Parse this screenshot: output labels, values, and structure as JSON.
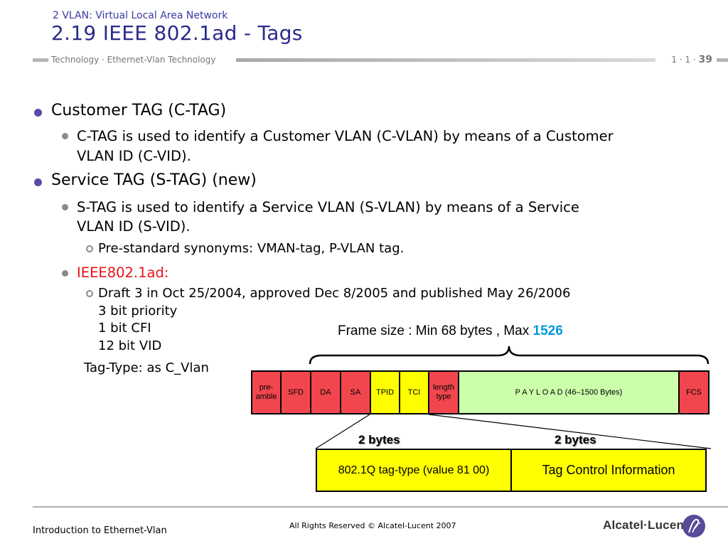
{
  "header": {
    "supertitle": "2 VLAN: Virtual Local Area Network",
    "title": "2.19 IEEE 802.1ad - Tags",
    "breadcrumb": "Technology · Ethernet-Vlan Technology",
    "page_prefix": "1 · 1 · ",
    "page_number": "39"
  },
  "bullets": {
    "ctag_heading": "Customer TAG (C-TAG)",
    "ctag_line1": "C-TAG is used to identify a Customer VLAN (C-VLAN) by means of a Customer",
    "ctag_line2": "VLAN ID (C-VID).",
    "stag_heading": "Service TAG (S-TAG) (new)",
    "stag_line1": "S-TAG is used to identify a Service VLAN (S-VLAN) by means of a Service",
    "stag_line2": "VLAN ID (S-VID).",
    "synonyms": "Pre-standard synonyms: VMAN-tag, P-VLAN tag.",
    "ieee_heading": "IEEE802.1ad:",
    "draft": "Draft 3 in Oct 25/2004, approved Dec 8/2005 and published May 26/2006",
    "priority": "3 bit priority",
    "cfi": "1 bit CFI",
    "vid": "12 bit VID",
    "tagtype": "Tag-Type: as C_Vlan"
  },
  "diagram": {
    "frame_size_label": "Frame size : Min 68 bytes , Max ",
    "frame_size_max": "1526",
    "fields": {
      "preamble_1": "pre-",
      "preamble_2": "amble",
      "sfd": "SFD",
      "da": "DA",
      "sa": "SA",
      "tpid": "TPID",
      "tci": "TCI",
      "length_1": "length",
      "length_2": "type",
      "payload": "P A Y L O A D (46–1500 Bytes)",
      "fcs": "FCS"
    },
    "bytes_left": "2 bytes",
    "bytes_right": "2 bytes",
    "tag_type_box": "802.1Q tag-type (value 81 00)",
    "tci_box": "Tag Control Information",
    "colors": {
      "red": "#f2464e",
      "yellow": "#ffff00",
      "green": "#ccffaa",
      "max_blue": "#0099dd"
    }
  },
  "footer": {
    "course": "Introduction to Ethernet-Vlan",
    "copyright": "All Rights Reserved © Alcatel-Lucent 2007",
    "logo": "Alcatel·Lucent"
  }
}
